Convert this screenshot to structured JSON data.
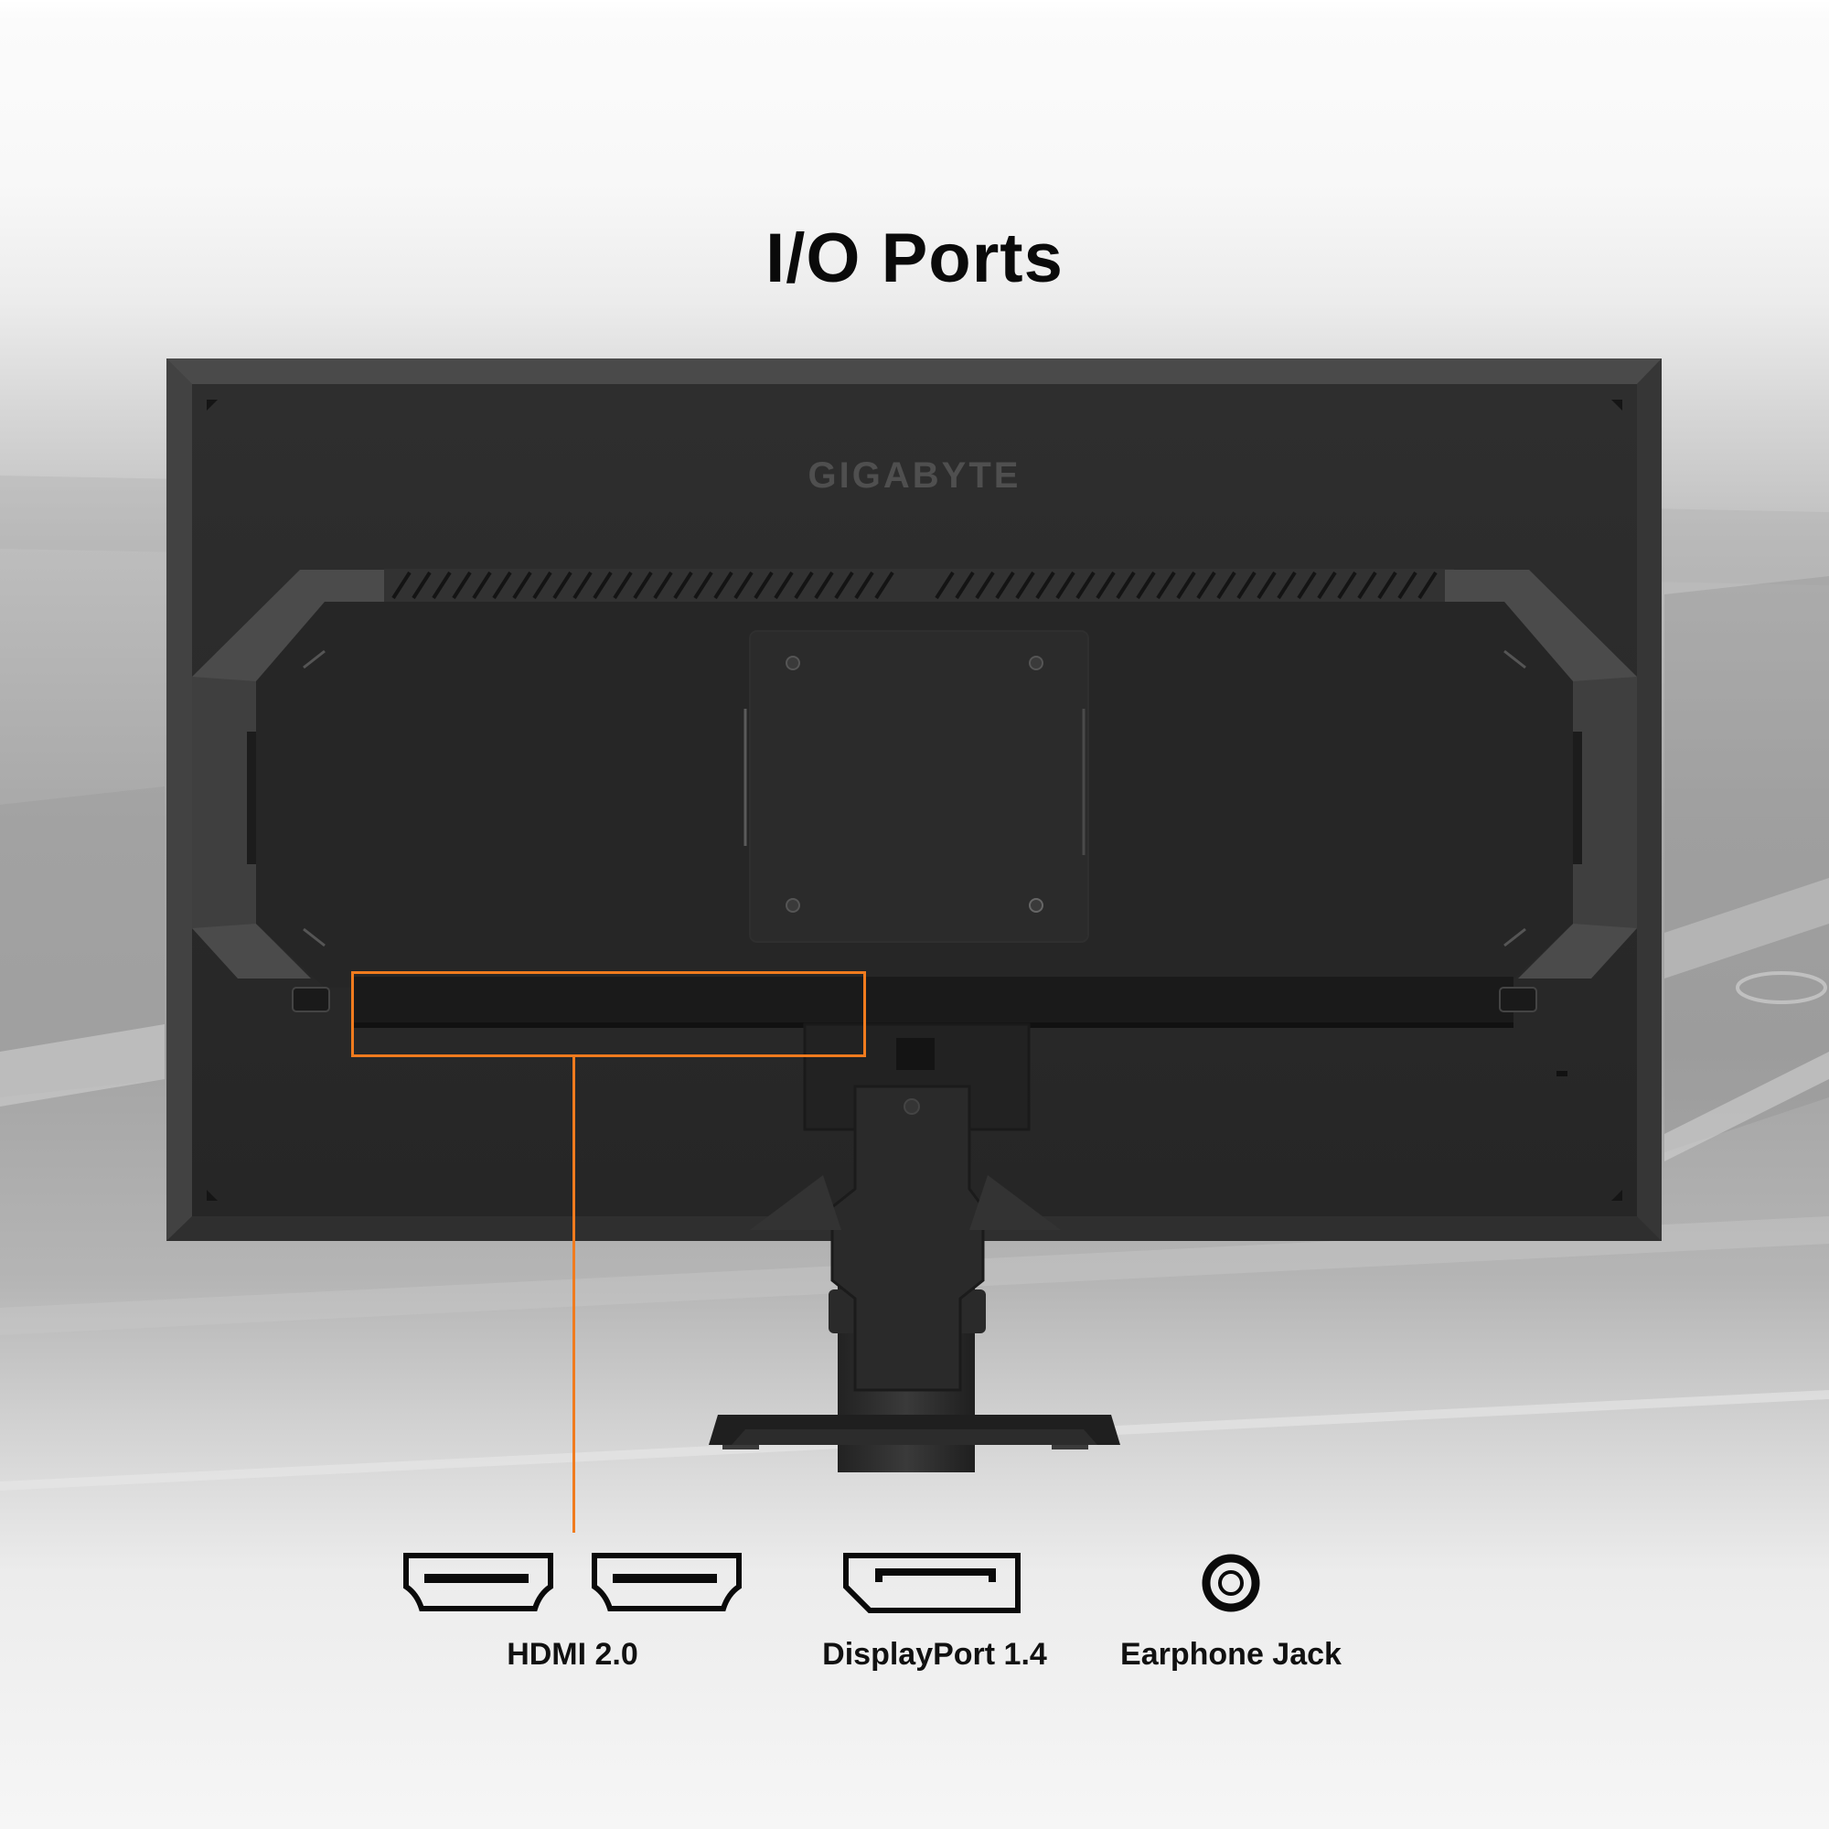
{
  "title": "I/O Ports",
  "product": {
    "brand_logo_text": "GIGABYTE",
    "view": "monitor-rear-view",
    "highlight_color": "#f07b1e"
  },
  "callout": {
    "target": "bottom-port-panel"
  },
  "ports": [
    {
      "icon": "hdmi-icon",
      "count": 2,
      "label": "HDMI 2.0"
    },
    {
      "icon": "displayport-icon",
      "count": 1,
      "label": "DisplayPort 1.4"
    },
    {
      "icon": "earphone-jack-icon",
      "count": 1,
      "label": "Earphone Jack"
    }
  ]
}
